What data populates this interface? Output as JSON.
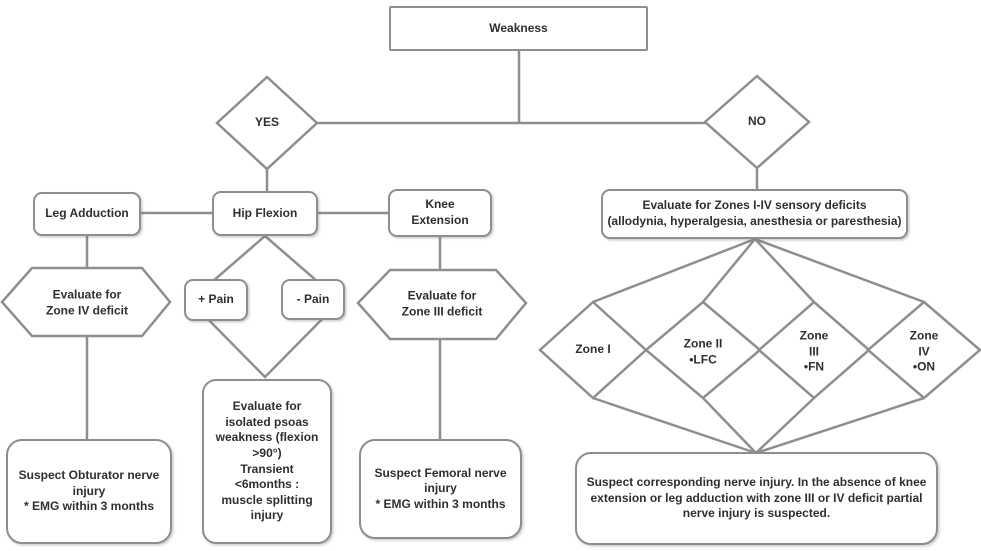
{
  "colors": {
    "line": "#8e8e8e",
    "node_border": "#8e8e8e",
    "node_fill": "#ffffff",
    "text": "#2f2f2f"
  },
  "nodes": {
    "weakness": "Weakness",
    "yes": "YES",
    "no": "NO",
    "leg_adduction": "Leg Adduction",
    "hip_flexion": "Hip Flexion",
    "knee_extension": "Knee\nExtension",
    "zones_sensory": "Evaluate for Zones I-IV sensory deficits\n(allodynia, hyperalgesia, anesthesia or paresthesia)",
    "zone4_eval": "Evaluate for\nZone IV deficit",
    "zone3_eval": "Evaluate for\nZone III deficit",
    "plus_pain": "+ Pain",
    "minus_pain": "- Pain",
    "psoas": "Evaluate for\nisolated psoas\nweakness (flexion\n>90°)\nTransient\n<6months :\nmuscle splitting\ninjury",
    "obturator": "Suspect Obturator nerve\ninjury\n* EMG within 3 months",
    "femoral": "Suspect Femoral nerve\ninjury\n* EMG within 3 months",
    "zone1": "Zone I",
    "zone2": "Zone II\n•LFC",
    "zone3": "Zone\nIII\n•FN",
    "zone4": "Zone\nIV\n•ON",
    "suspect_corresponding": "Suspect corresponding nerve injury.  In the absence of knee\nextension or leg adduction with zone III or IV deficit partial\nnerve injury is suspected."
  }
}
